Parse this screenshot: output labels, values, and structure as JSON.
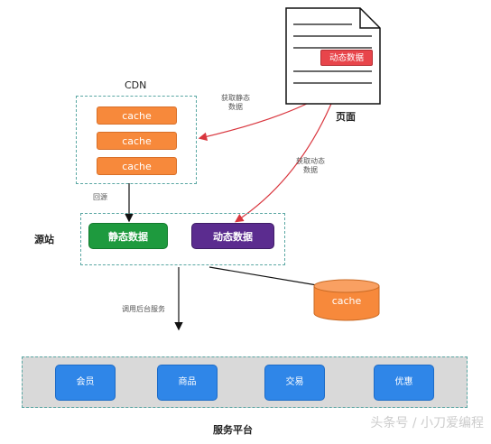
{
  "cdn": {
    "title": "CDN",
    "cache_items": [
      "cache",
      "cache",
      "cache"
    ],
    "back_to_origin": "回源"
  },
  "page_doc": {
    "dynamic_tag": "动态数据",
    "label": "页面"
  },
  "arrows": {
    "get_static": "获取静态\n数据",
    "get_dynamic": "获取动态\n数据",
    "call_backend": "调用后台服务"
  },
  "origin": {
    "label": "源站",
    "static_btn": "静态数据",
    "dynamic_btn": "动态数据"
  },
  "cache_db": {
    "label": "cache"
  },
  "platform": {
    "label": "服务平台",
    "services": [
      "会员",
      "商品",
      "交易",
      "优惠"
    ]
  },
  "watermark": "头条号 / 小刀爱编程",
  "colors": {
    "orange": "#f7893b",
    "green": "#1e9a3e",
    "purple": "#5b2c8f",
    "blue": "#2f86e8",
    "red_arrow": "#d9363e",
    "dashed": "#5aa7a3",
    "platform_bg": "#d9d9d9"
  }
}
